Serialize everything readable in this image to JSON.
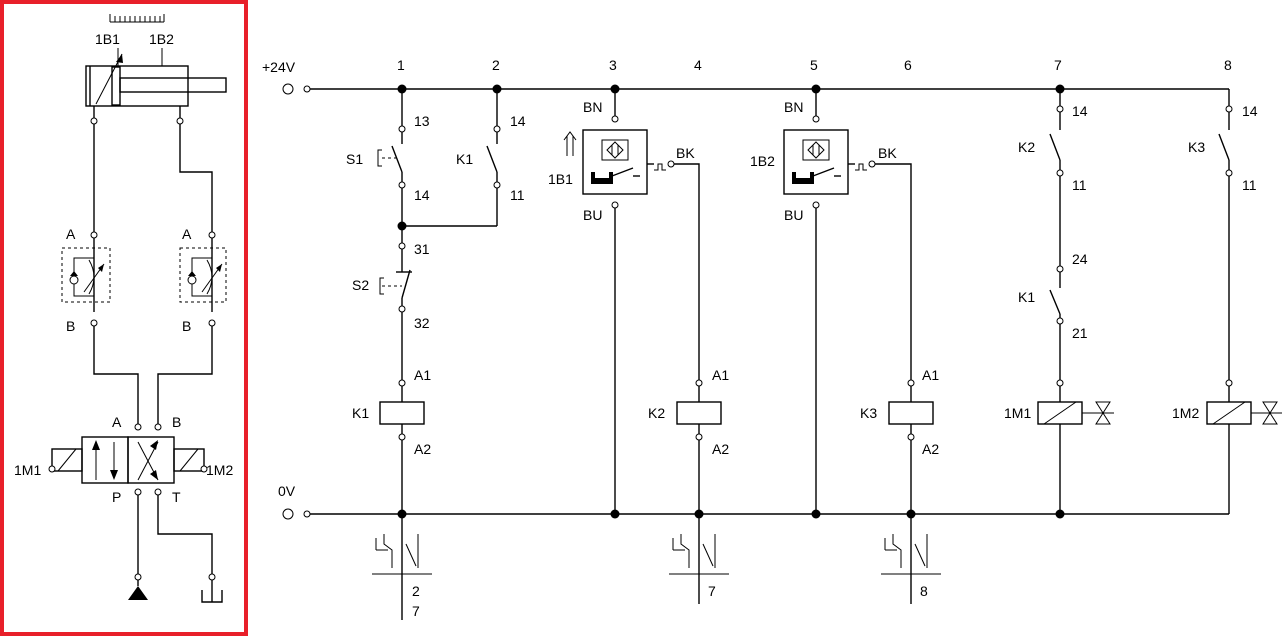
{
  "colors": {
    "frame": "#e8202a",
    "line": "#000000",
    "background": "#ffffff"
  },
  "pneumatic": {
    "sensor_labels": [
      "1B1",
      "1B2"
    ],
    "valve_ports_left": [
      "A",
      "B"
    ],
    "valve_ports_right": [
      "A",
      "B"
    ],
    "dcv_ports_top": [
      "A",
      "B"
    ],
    "dcv_ports_bottom": [
      "P",
      "T"
    ],
    "solenoids": [
      "1M1",
      "1M2"
    ]
  },
  "rails": {
    "top": "+24V",
    "bottom": "0V"
  },
  "columns": [
    "1",
    "2",
    "3",
    "4",
    "5",
    "6",
    "7",
    "8"
  ],
  "switches": {
    "s1": {
      "label": "S1",
      "t1": "13",
      "t2": "14"
    },
    "s2": {
      "label": "S2",
      "t1": "31",
      "t2": "32"
    },
    "k1_col2": {
      "label": "K1",
      "t1": "14",
      "t2": "11"
    },
    "k2_col7": {
      "label": "K2",
      "t1": "14",
      "t2": "11"
    },
    "k1_col7": {
      "label": "K1",
      "t1": "24",
      "t2": "21"
    },
    "k3_col8": {
      "label": "K3",
      "t1": "14",
      "t2": "11"
    }
  },
  "sensors": [
    {
      "label": "1B1",
      "top": "BN",
      "out": "BK",
      "bottom": "BU"
    },
    {
      "label": "1B2",
      "top": "BN",
      "out": "BK",
      "bottom": "BU"
    }
  ],
  "coils": [
    {
      "label": "K1",
      "a1": "A1",
      "a2": "A2"
    },
    {
      "label": "K2",
      "a1": "A1",
      "a2": "A2"
    },
    {
      "label": "K3",
      "a1": "A1",
      "a2": "A2"
    }
  ],
  "solenoid_coils": [
    "1M1",
    "1M2"
  ],
  "contact_refs": [
    {
      "coil": "K1",
      "refs": [
        "2",
        "7"
      ]
    },
    {
      "coil": "K2",
      "refs": [
        "7"
      ]
    },
    {
      "coil": "K3",
      "refs": [
        "8"
      ]
    }
  ]
}
